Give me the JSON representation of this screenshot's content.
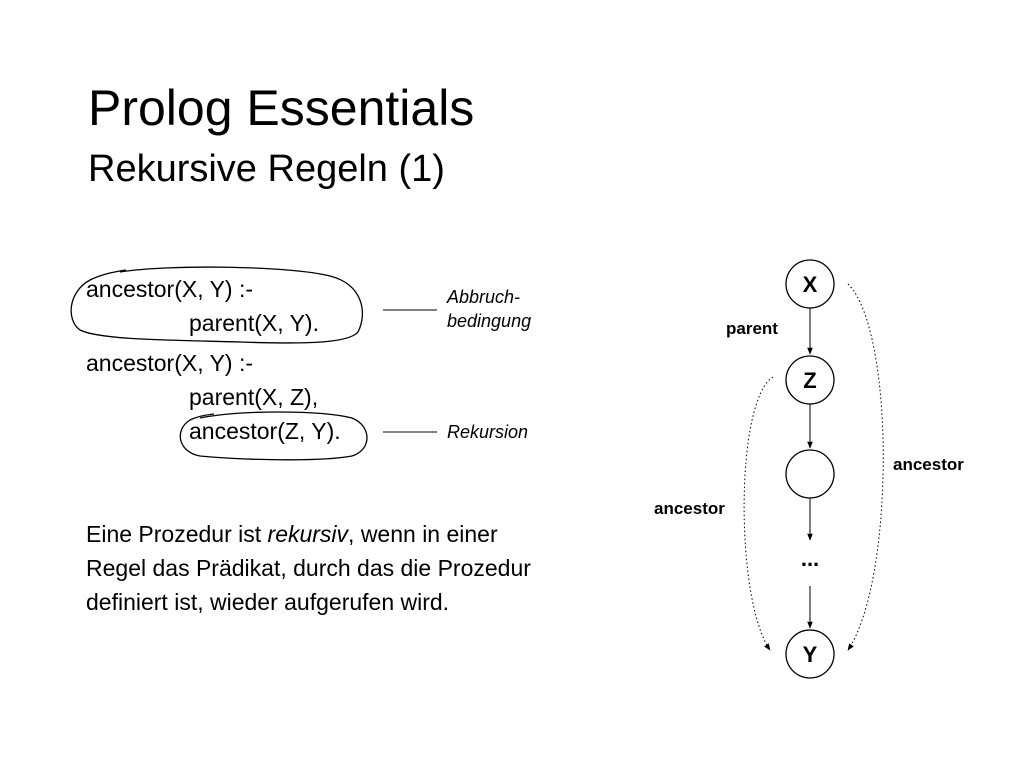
{
  "slide": {
    "title": "Prolog Essentials",
    "subtitle": "Rekursive Regeln (1)"
  },
  "rules": {
    "rule1": {
      "head": "ancestor(X, Y) :-",
      "body": [
        "parent(X, Y)."
      ]
    },
    "rule2": {
      "head": "ancestor(X, Y) :-",
      "body": [
        "parent(X, Z),",
        "ancestor(Z, Y)."
      ]
    }
  },
  "notes": {
    "abbruch_line1": "Abbruch-",
    "abbruch_line2": "bedingung",
    "rekursion": "Rekursion"
  },
  "paragraph": {
    "before": "Eine Prozedur ist ",
    "emphasis": "rekursiv",
    "after": ", wenn in einer Regel das Prädikat, durch das die Prozedur definiert ist, wieder aufgerufen wird."
  },
  "diagram": {
    "nodes": {
      "x": "X",
      "z": "Z",
      "blank": "",
      "ellipsis": "...",
      "y": "Y"
    },
    "labels": {
      "parent": "parent",
      "ancestor_left": "ancestor",
      "ancestor_right": "ancestor"
    }
  }
}
